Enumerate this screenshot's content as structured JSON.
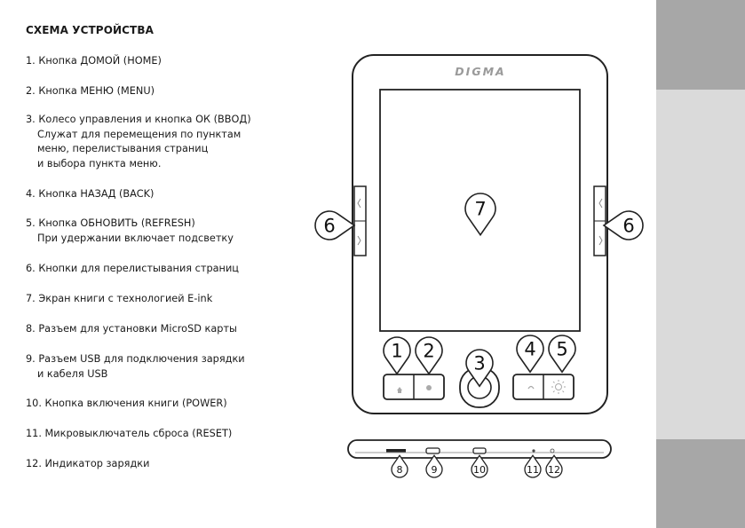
{
  "title": "СХЕМА УСТРОЙСТВА",
  "legend": [
    {
      "line": "1. Кнопка ДОМОЙ (HOME)",
      "sub": []
    },
    {
      "line": "2. Кнопка МЕНЮ (MENU)",
      "sub": []
    },
    {
      "line": "3. Колесо управления и кнопка ОК (ВВОД)",
      "sub": [
        "Служат для перемещения по пунктам",
        "меню, перелистывания страниц",
        "и выбора пункта меню."
      ]
    },
    {
      "line": "4. Кнопка НАЗАД (BACK)",
      "sub": []
    },
    {
      "line": "5. Кнопка ОБНОВИТЬ (REFRESH)",
      "sub": [
        "При удержании включает подсветку"
      ]
    },
    {
      "line": "6. Кнопки для перелистывания страниц",
      "sub": []
    },
    {
      "line": "7. Экран книги с технологией E-ink",
      "sub": []
    },
    {
      "line": "8. Разъем для установки MicroSD карты",
      "sub": []
    },
    {
      "line": "9. Разъем USB для подключения зарядки",
      "sub": [
        "и кабеля USB"
      ]
    },
    {
      "line": "10. Кнопка включения книги (POWER)",
      "sub": []
    },
    {
      "line": "11. Микровыключатель сброса (RESET)",
      "sub": []
    },
    {
      "line": "12. Индикатор зарядки",
      "sub": []
    }
  ],
  "device": {
    "logo": "DIGMA",
    "callouts": {
      "c1": "1",
      "c2": "2",
      "c3": "3",
      "c4": "4",
      "c5": "5",
      "c6_left": "6",
      "c6_right": "6",
      "c7": "7",
      "c8": "8",
      "c9": "9",
      "c10": "10",
      "c11": "11",
      "c12": "12"
    }
  },
  "colors": {
    "side_dark": "#a7a7a7",
    "side_light": "#dadada",
    "line": "#222222"
  }
}
